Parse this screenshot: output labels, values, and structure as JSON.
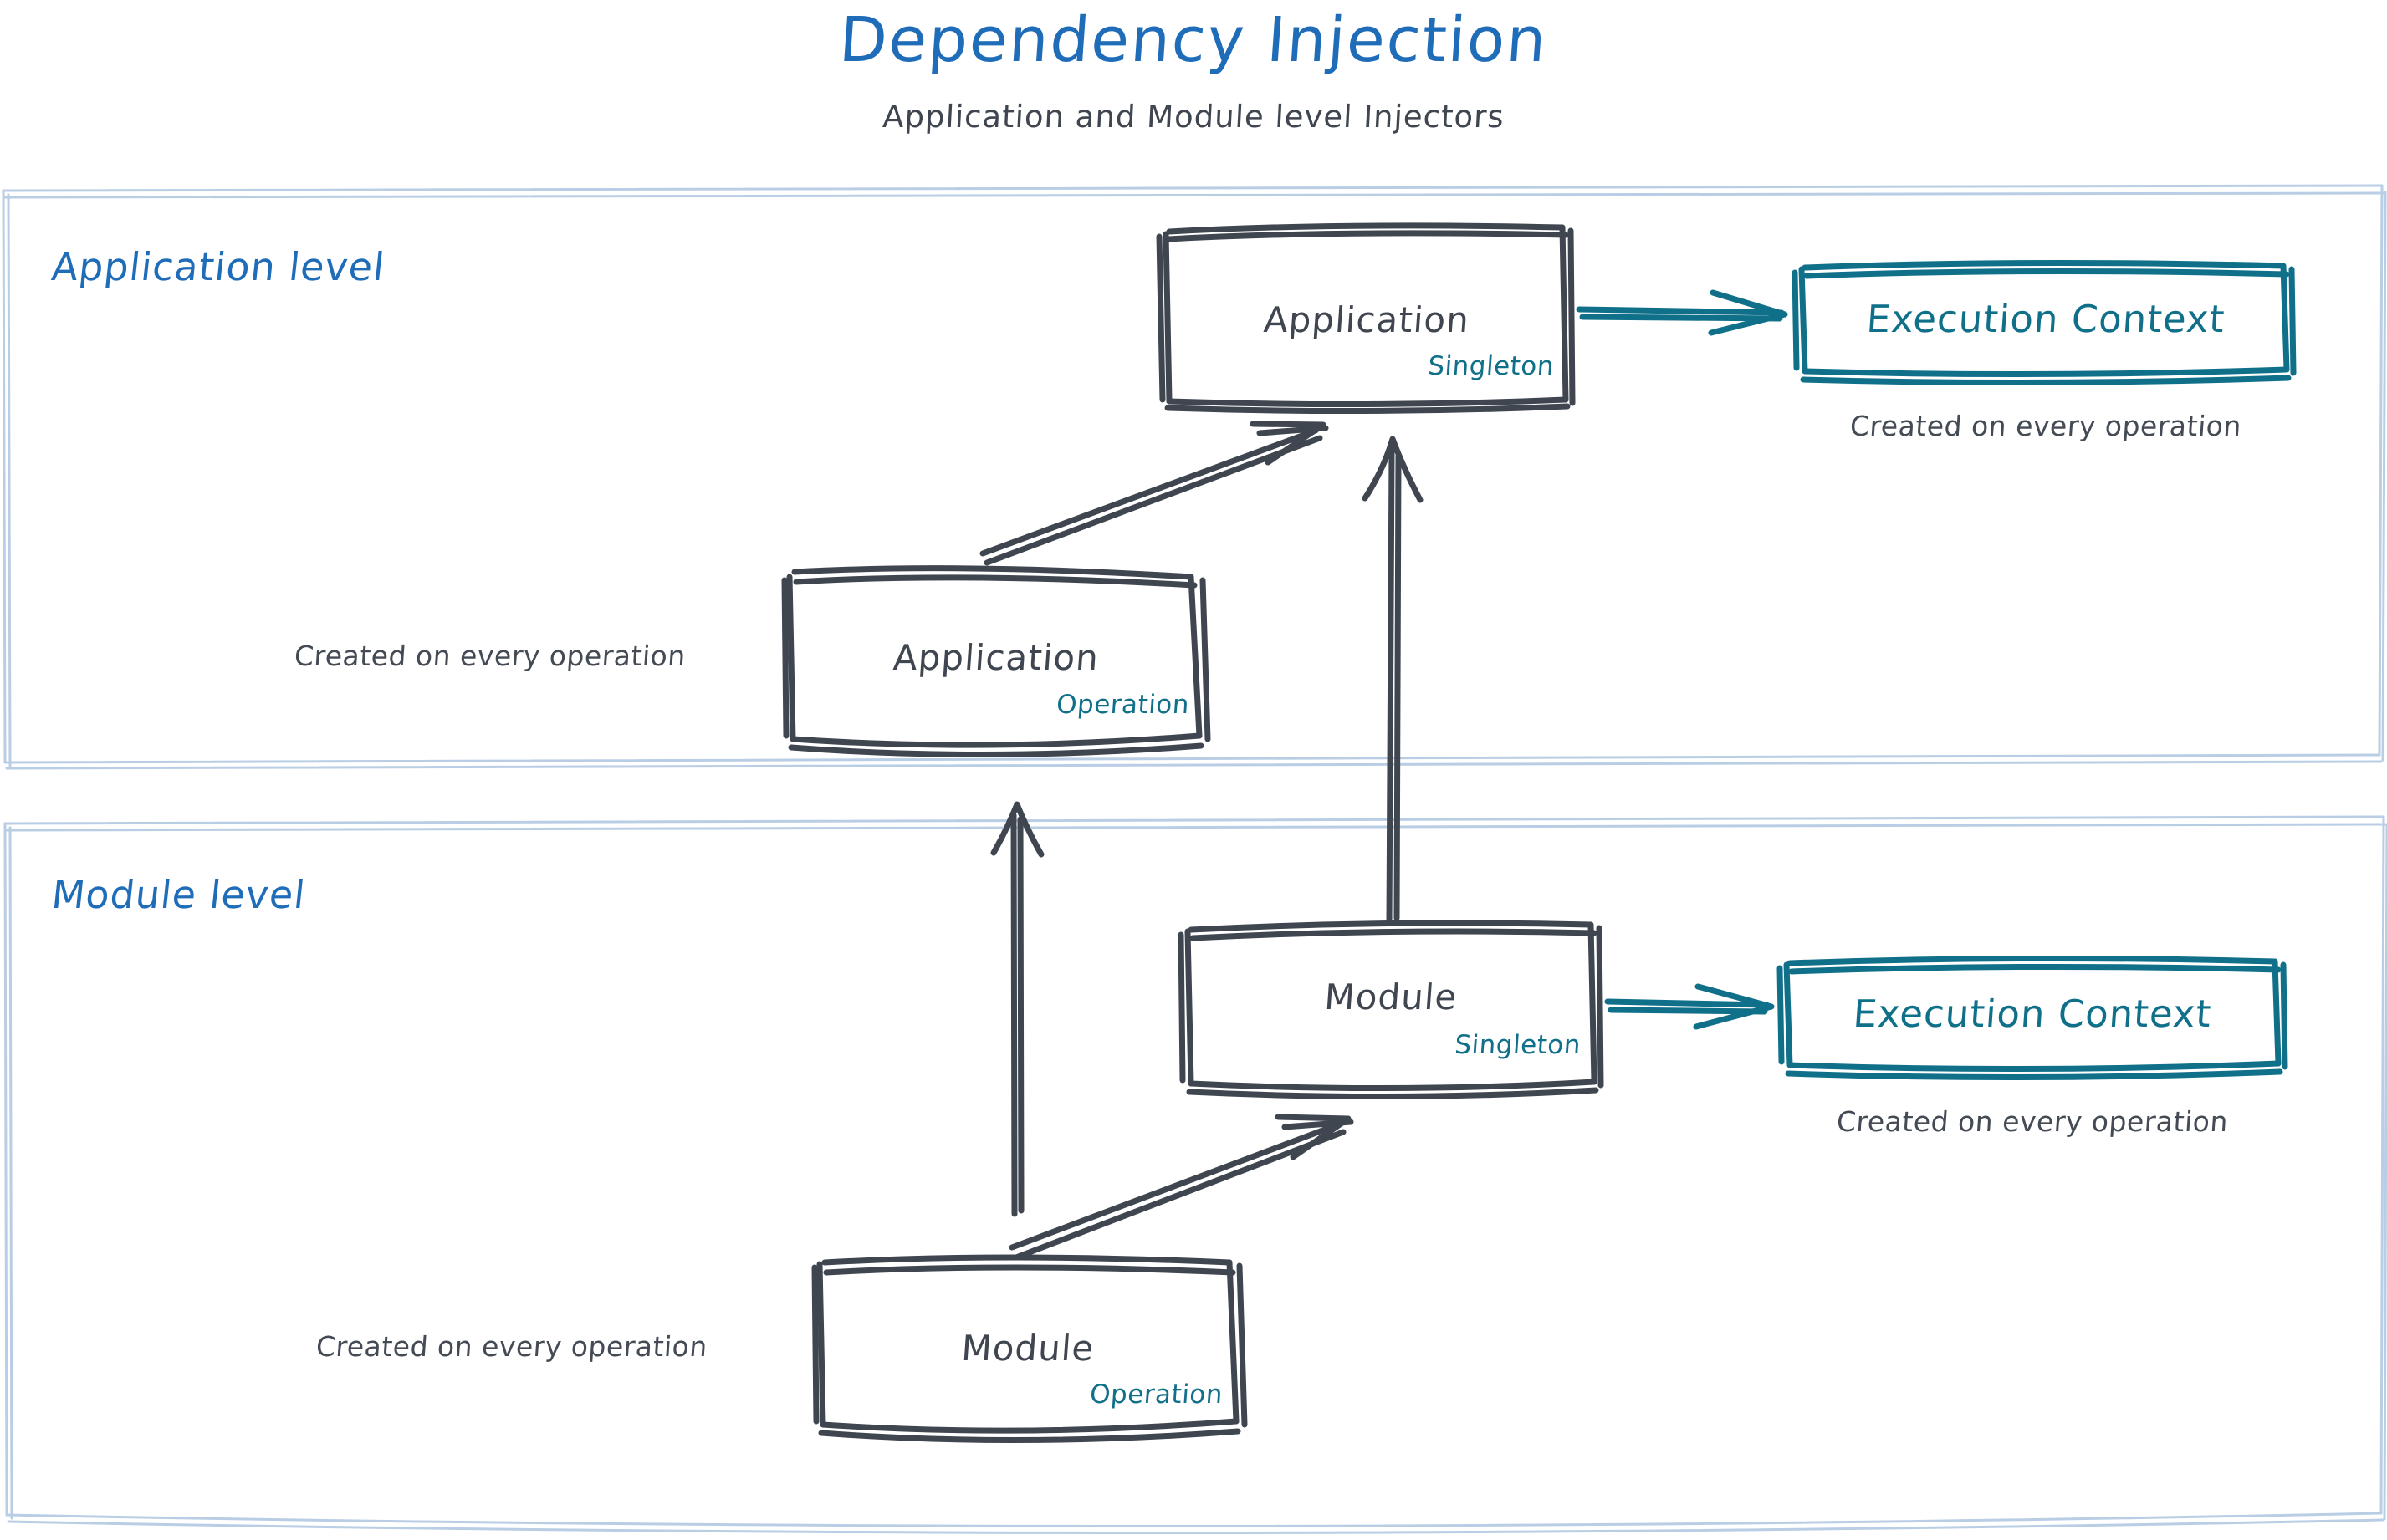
{
  "header": {
    "title": "Dependency Injection",
    "subtitle": "Application and Module level Injectors"
  },
  "colors": {
    "title_blue": "#1f6cb8",
    "section_border_blue": "#b9cde4",
    "box_stroke": "#3f4650",
    "teal": "#10708a",
    "text_dark": "#3f4650",
    "background": "#ffffff"
  },
  "sections": [
    {
      "id": "application-level",
      "label": "Application level",
      "nodes": [
        {
          "id": "application-singleton",
          "title": "Application",
          "scope": "Singleton",
          "style": "dark"
        },
        {
          "id": "application-execution-context",
          "title": "Execution Context",
          "style": "teal",
          "caption": "Created on every operation"
        },
        {
          "id": "application-operation",
          "title": "Application",
          "scope": "Operation",
          "style": "dark",
          "caption": "Created on every operation"
        }
      ]
    },
    {
      "id": "module-level",
      "label": "Module level",
      "nodes": [
        {
          "id": "module-singleton",
          "title": "Module",
          "scope": "Singleton",
          "style": "dark"
        },
        {
          "id": "module-execution-context",
          "title": "Execution Context",
          "style": "teal",
          "caption": "Created on every operation"
        },
        {
          "id": "module-operation",
          "title": "Module",
          "scope": "Operation",
          "style": "dark",
          "caption": "Created on every operation"
        }
      ]
    }
  ],
  "edges": [
    {
      "id": "app-singleton-to-exec-ctx",
      "from": "application-singleton",
      "to": "application-execution-context",
      "color": "teal"
    },
    {
      "id": "app-operation-to-app-singleton",
      "from": "application-operation",
      "to": "application-singleton",
      "color": "dark"
    },
    {
      "id": "module-singleton-to-app-singleton",
      "from": "module-singleton",
      "to": "application-singleton",
      "color": "dark"
    },
    {
      "id": "module-singleton-to-exec-ctx",
      "from": "module-singleton",
      "to": "module-execution-context",
      "color": "teal"
    },
    {
      "id": "module-operation-to-module-singleton",
      "from": "module-operation",
      "to": "module-singleton",
      "color": "dark"
    },
    {
      "id": "module-operation-to-app-operation",
      "from": "module-operation",
      "to": "application-operation",
      "color": "dark"
    }
  ],
  "labels": {
    "app_singleton_title": "Application",
    "app_singleton_scope": "Singleton",
    "app_exec_title": "Execution Context",
    "app_exec_caption": "Created on every operation",
    "app_operation_title": "Application",
    "app_operation_scope": "Operation",
    "app_operation_caption": "Created on every operation",
    "mod_singleton_title": "Module",
    "mod_singleton_scope": "Singleton",
    "mod_exec_title": "Execution Context",
    "mod_exec_caption": "Created on every operation",
    "mod_operation_title": "Module",
    "mod_operation_scope": "Operation",
    "mod_operation_caption": "Created on every operation",
    "application_level": "Application level",
    "module_level": "Module level"
  }
}
